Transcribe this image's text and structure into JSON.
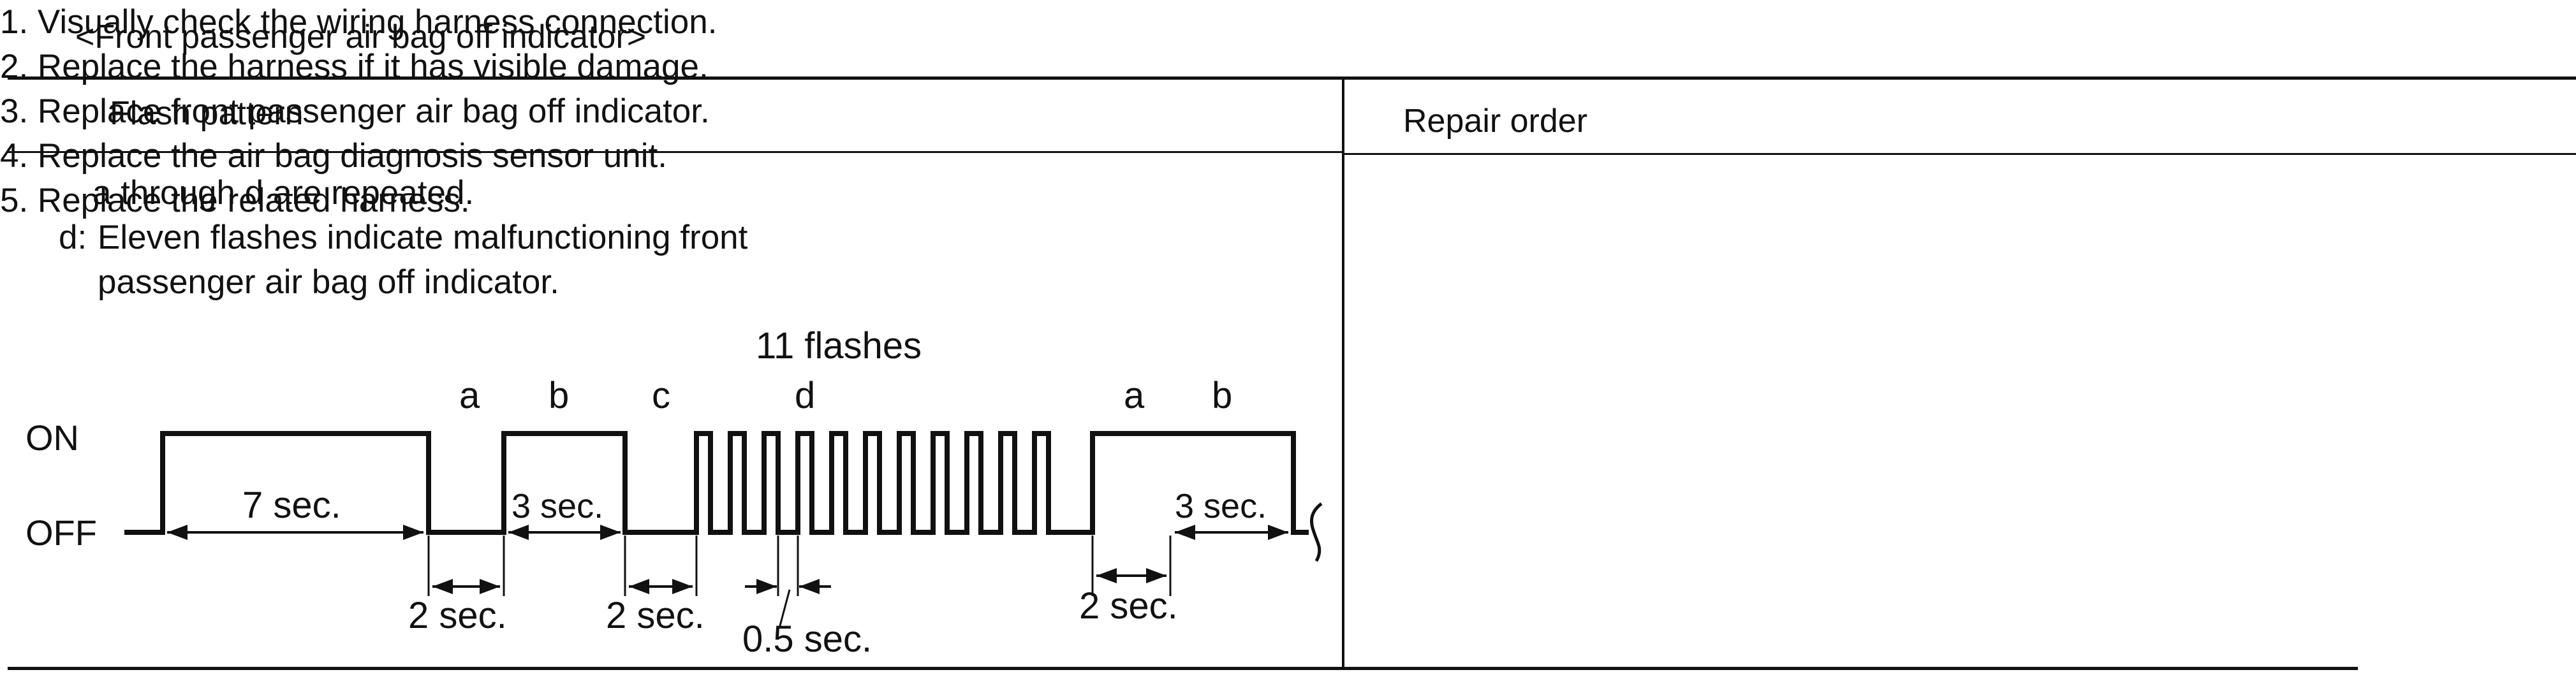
{
  "caption": "<Front passenger air bag off indicator>",
  "table": {
    "headers": {
      "flash_pattern": "Flash pattern",
      "repair_order": "Repair order"
    },
    "notes": [
      "a through d are repeated.",
      "d:",
      "Eleven flashes indicate malfunctioning front",
      "passenger air bag off indicator."
    ],
    "repair_steps": [
      "1. Visually check the wiring harness connection.",
      "2. Replace the harness if it has visible damage.",
      "3. Replace front passenger air bag off indicator.",
      "4. Replace the air bag diagnosis sensor unit.",
      "5. Replace the related harness."
    ]
  },
  "diagram": {
    "title": "11 flashes",
    "state_labels": {
      "on": "ON",
      "off": "OFF"
    },
    "segment_labels": [
      "a",
      "b",
      "c",
      "d",
      "a",
      "b"
    ],
    "durations": {
      "initial_on": "7 sec.",
      "b_on": "3 sec.",
      "off_gap_1": "2 sec.",
      "off_gap_2": "2 sec.",
      "flash_pulse": "0.5 sec.",
      "off_gap_3": "2 sec.",
      "b_on_repeat": "3 sec."
    },
    "flash_count": 11
  }
}
